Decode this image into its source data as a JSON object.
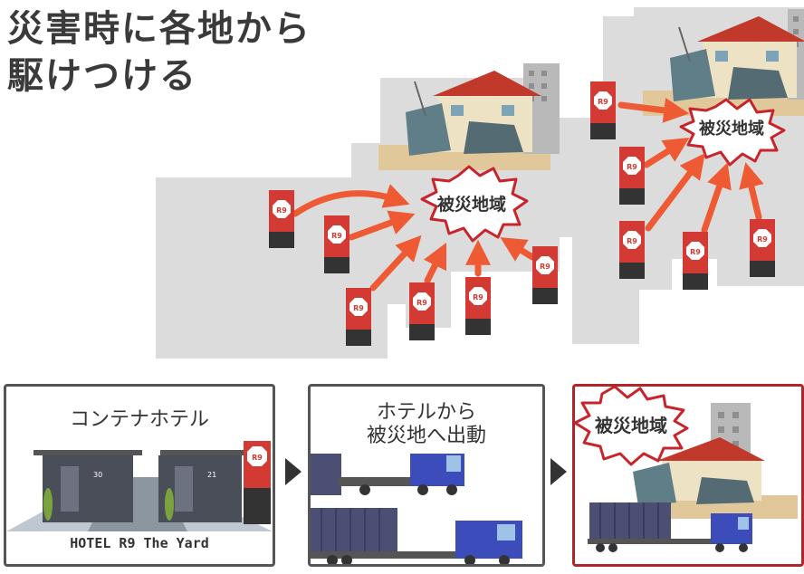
{
  "headline": {
    "line1": "災害時に各地から",
    "line2": "駆けつける"
  },
  "map": {
    "burst_label_left": "被災地域",
    "burst_label_right": "被災地域",
    "unit_logo": "R9",
    "colors": {
      "map_bg": "#dcdcdc",
      "arrow": "#ee5a33",
      "unit_red": "#d23a33",
      "unit_dark": "#333333",
      "burst_border": "#c8242b"
    }
  },
  "flow": {
    "step1": {
      "title": "コンテナホテル",
      "hotel_name": "HOTEL R9 The Yard",
      "room_numbers": [
        "30",
        "21"
      ],
      "sign_logo": "R9"
    },
    "step2": {
      "title_line1": "ホテルから",
      "title_line2": "被災地へ出動"
    },
    "step3": {
      "burst_label": "被災地域"
    },
    "arrow_icon": "triangle-right-icon"
  }
}
